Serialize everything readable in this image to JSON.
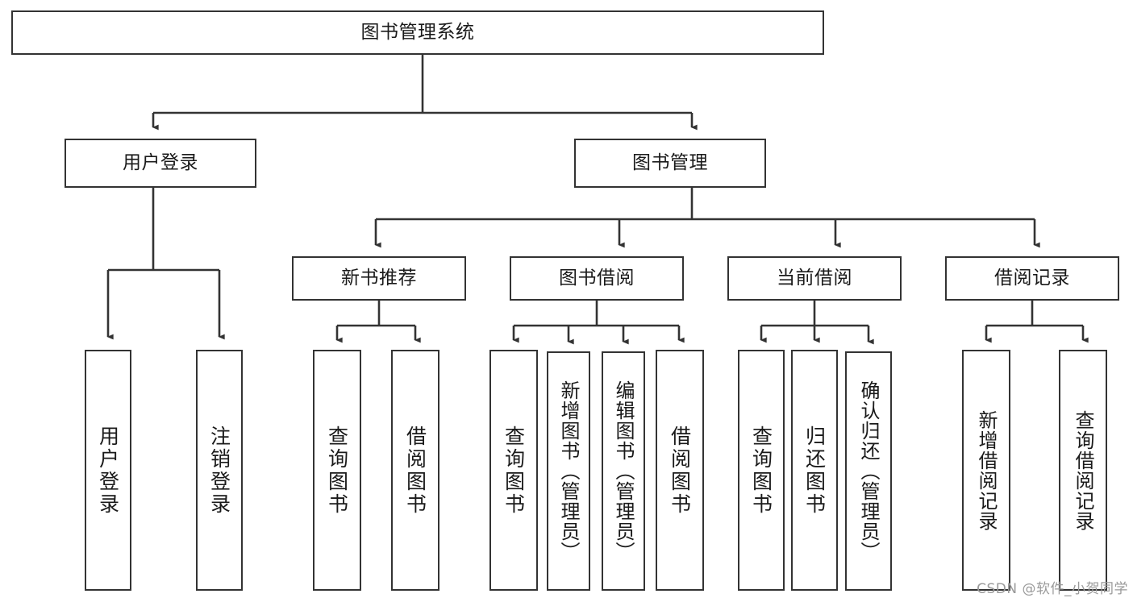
{
  "diagram": {
    "title": "图书管理系统",
    "type": "tree",
    "stroke_color": "#333333",
    "text_color": "#1a1a1a",
    "background_color": "#ffffff",
    "root": {
      "id": "root",
      "label": "图书管理系统"
    },
    "level2": [
      {
        "id": "user-login",
        "label": "用户登录"
      },
      {
        "id": "book-manage",
        "label": "图书管理"
      }
    ],
    "level3": [
      {
        "id": "new-book-recommend",
        "label": "新书推荐",
        "parent": "book-manage"
      },
      {
        "id": "book-borrow",
        "label": "图书借阅",
        "parent": "book-manage"
      },
      {
        "id": "current-borrow",
        "label": "当前借阅",
        "parent": "book-manage"
      },
      {
        "id": "borrow-record",
        "label": "借阅记录",
        "parent": "book-manage"
      }
    ],
    "leaves": [
      {
        "id": "leaf-user-login",
        "label": "用户登录",
        "parent": "user-login"
      },
      {
        "id": "leaf-user-logout",
        "label": "注销登录",
        "parent": "user-login"
      },
      {
        "id": "leaf-query-book-1",
        "label": "查询图书",
        "parent": "new-book-recommend"
      },
      {
        "id": "leaf-borrow-book-1",
        "label": "借阅图书",
        "parent": "new-book-recommend"
      },
      {
        "id": "leaf-query-book-2",
        "label": "查询图书",
        "parent": "book-borrow"
      },
      {
        "id": "leaf-add-book",
        "label": "新增图书（管理员）",
        "parent": "book-borrow"
      },
      {
        "id": "leaf-edit-book",
        "label": "编辑图书（管理员）",
        "parent": "book-borrow"
      },
      {
        "id": "leaf-borrow-book-2",
        "label": "借阅图书",
        "parent": "book-borrow"
      },
      {
        "id": "leaf-query-book-3",
        "label": "查询图书",
        "parent": "current-borrow"
      },
      {
        "id": "leaf-return-book",
        "label": "归还图书",
        "parent": "current-borrow"
      },
      {
        "id": "leaf-confirm-return",
        "label": "确认归还（管理员）",
        "parent": "current-borrow"
      },
      {
        "id": "leaf-add-record",
        "label": "新增借阅记录",
        "parent": "borrow-record"
      },
      {
        "id": "leaf-query-record",
        "label": "查询借阅记录",
        "parent": "borrow-record"
      }
    ]
  },
  "watermark": {
    "text": "CSDN @软件_小贺同学"
  }
}
